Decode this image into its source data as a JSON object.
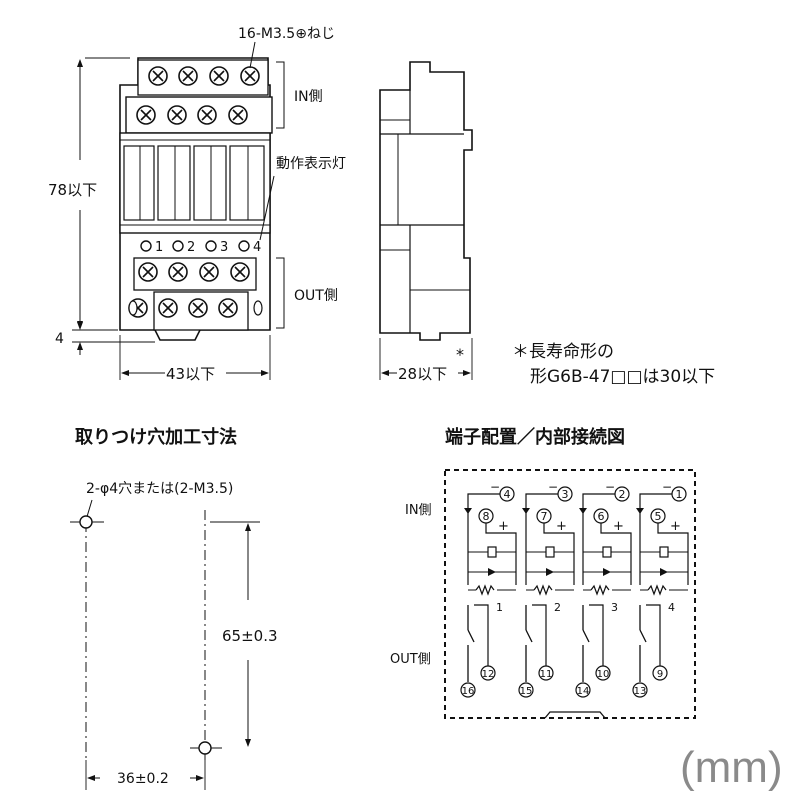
{
  "front_view": {
    "screw_label": "16-M3.5⊕ねじ",
    "in_side": "IN側",
    "out_side": "OUT側",
    "indicator_label": "動作表示灯",
    "led_numbers": [
      "1",
      "2",
      "3",
      "4"
    ],
    "height_dim": "78以下",
    "foot_dim": "4",
    "width_dim": "43以下"
  },
  "side_view": {
    "depth_dim": "28以下",
    "asterisk": "*",
    "note_line1": "＊長寿命形の",
    "note_line2": "形G6B-47□□は30以下"
  },
  "mounting": {
    "title": "取りつけ穴加工寸法",
    "hole_label": "2-φ4穴または(2-M3.5)",
    "vertical_dim": "65±0.3",
    "horizontal_dim": "36±0.2"
  },
  "terminal": {
    "title": "端子配置／内部接続図",
    "in_side": "IN側",
    "out_side": "OUT側",
    "minus_terminals": [
      "4",
      "3",
      "2",
      "1"
    ],
    "plus_terminals": [
      "8",
      "7",
      "6",
      "5"
    ],
    "channel_numbers": [
      "1",
      "2",
      "3",
      "4"
    ],
    "out_top_terminals": [
      "12",
      "11",
      "10",
      "9"
    ],
    "out_bottom_terminals": [
      "16",
      "15",
      "14",
      "13"
    ],
    "minus_sign": "−",
    "plus_sign": "+"
  },
  "unit_label": "(mm)"
}
